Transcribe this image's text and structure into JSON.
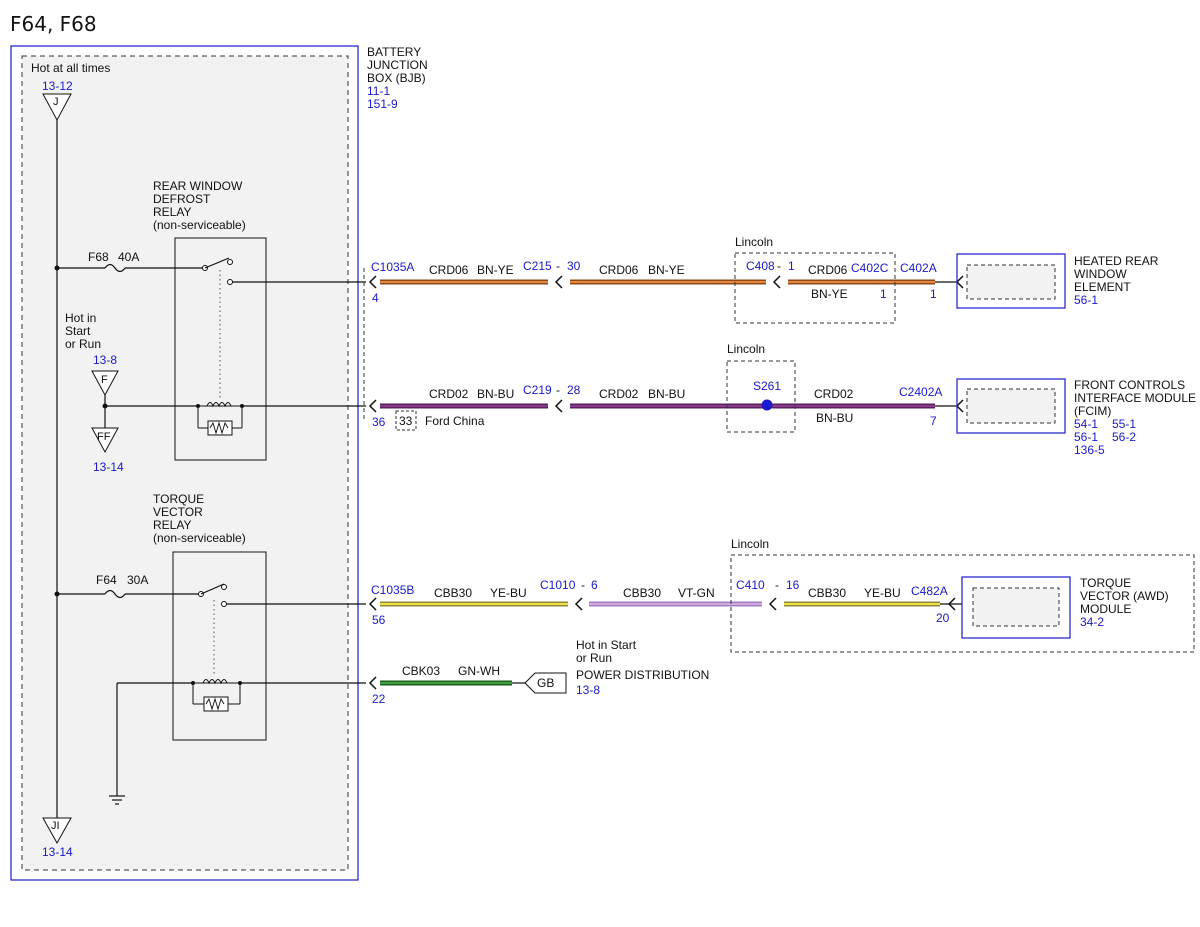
{
  "title": "F64, F68",
  "colors": {
    "blue": "#1a1acc",
    "crd06": [
      "#8a4a1a",
      "#e8873a"
    ],
    "crd02": [
      "#5a1f5a",
      "#8a3a8a"
    ],
    "cbb30_yebu": [
      "#8a8a3a",
      "#f0e040"
    ],
    "cbb30_vtgn": [
      "#a080c0",
      "#d8a8e0"
    ],
    "cbk03": [
      "#1e5e1e",
      "#3fa03f"
    ]
  },
  "bjb": {
    "label_lines": [
      "BATTERY",
      "JUNCTION",
      "BOX (BJB)"
    ],
    "refs": [
      "11-1",
      "151-9"
    ],
    "hot_label": "Hot at all times",
    "top_ref": "13-12",
    "top_pin": "J",
    "bottom_pin": "JI",
    "bottom_ref": "13-14",
    "hot_run_lines": [
      "Hot in",
      "Start",
      "or Run"
    ],
    "f_ref": "13-8",
    "f_pin": "F",
    "ff_pin": "FF",
    "ff_ref": "13-14",
    "relay1_lines": [
      "REAR WINDOW",
      "DEFROST",
      "RELAY",
      "(non-serviceable)"
    ],
    "fuse1": "F68",
    "fuse1_amp": "40A",
    "relay2_lines": [
      "TORQUE",
      "VECTOR",
      "RELAY",
      "(non-serviceable)"
    ],
    "fuse2": "F64",
    "fuse2_amp": "30A"
  },
  "circuit1": {
    "conn1": "C1035A",
    "conn1_pin": "4",
    "wire1": "CRD06",
    "color1": "BN-YE",
    "conn2": "C215",
    "conn2_dash": "-",
    "conn2_pin": "30",
    "wire2": "CRD06",
    "color2": "BN-YE",
    "region": "Lincoln",
    "conn3": "C408",
    "conn3_dash": "-",
    "conn3_pin": "1",
    "wire3": "CRD06",
    "color3": "BN-YE",
    "conn4": "C402C",
    "conn4_pin": "1",
    "conn5": "C402A",
    "conn5_pin": "1",
    "device_lines": [
      "HEATED REAR",
      "WINDOW",
      "ELEMENT"
    ],
    "device_ref": "56-1"
  },
  "circuit2": {
    "pin": "36",
    "alt_pin": "33",
    "alt_label": "Ford China",
    "wire1": "CRD02",
    "color1": "BN-BU",
    "conn2": "C219",
    "conn2_dash": "-",
    "conn2_pin": "28",
    "wire2": "CRD02",
    "color2": "BN-BU",
    "region": "Lincoln",
    "splice": "S261",
    "wire3": "CRD02",
    "color3": "BN-BU",
    "conn3": "C2402A",
    "conn3_pin": "7",
    "device_lines": [
      "FRONT CONTROLS",
      "INTERFACE MODULE",
      "(FCIM)"
    ],
    "device_refs": [
      "54-1",
      "55-1",
      "56-1",
      "56-2",
      "136-5"
    ]
  },
  "circuit3": {
    "conn1": "C1035B",
    "conn1_pin": "56",
    "wire1": "CBB30",
    "color1": "YE-BU",
    "conn2": "C1010",
    "conn2_dash": "-",
    "conn2_pin": "6",
    "wire2": "CBB30",
    "color2": "VT-GN",
    "region": "Lincoln",
    "conn3": "C410",
    "conn3_dash": "-",
    "conn3_pin": "16",
    "wire3": "CBB30",
    "color3": "YE-BU",
    "conn4": "C482A",
    "conn4_pin": "20",
    "device_lines": [
      "TORQUE",
      "VECTOR (AWD)",
      "MODULE"
    ],
    "device_ref": "34-2"
  },
  "circuit4": {
    "pin": "22",
    "wire": "CBK03",
    "color": "GN-WH",
    "ground": "GB",
    "label_lines": [
      "Hot in Start",
      "or Run",
      "POWER DISTRIBUTION"
    ],
    "ref": "13-8"
  }
}
